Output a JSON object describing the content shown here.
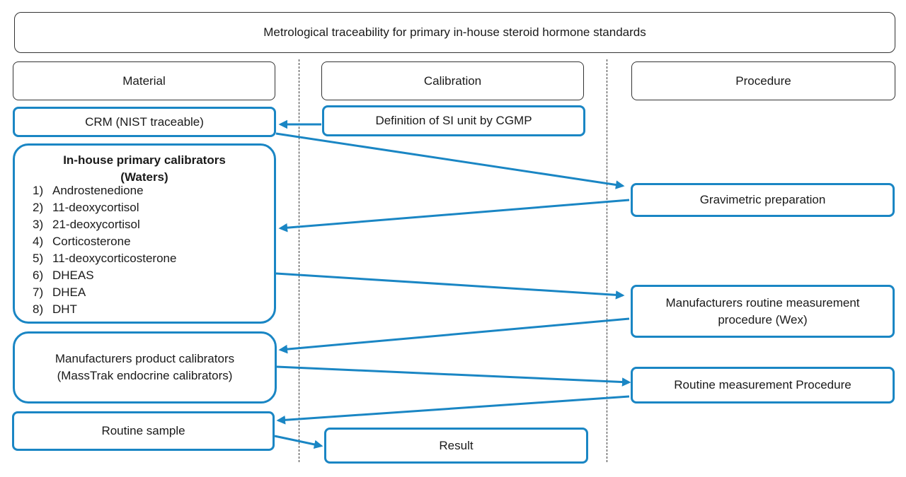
{
  "title": "Metrological traceability for primary in-house steroid hormone standards",
  "columns": {
    "material": "Material",
    "calibration": "Calibration",
    "procedure": "Procedure"
  },
  "nodes": {
    "crm": "CRM (NIST traceable)",
    "si_unit": "Definition of SI unit by CGMP",
    "inhouse_title_line1": "In-house primary calibrators",
    "inhouse_title_line2": "(Waters)",
    "inhouse_items": [
      {
        "num": "1)",
        "name": "Androstenedione"
      },
      {
        "num": "2)",
        "name": "11-deoxycortisol"
      },
      {
        "num": "3)",
        "name": "21-deoxycortisol"
      },
      {
        "num": "4)",
        "name": "Corticosterone"
      },
      {
        "num": "5)",
        "name": "11-deoxycorticosterone"
      },
      {
        "num": "6)",
        "name": "DHEAS"
      },
      {
        "num": "7)",
        "name": "DHEA"
      },
      {
        "num": "8)",
        "name": "DHT"
      }
    ],
    "gravimetric": "Gravimetric preparation",
    "manuf_proc_line1": "Manufacturers routine measurement",
    "manuf_proc_line2": "procedure (Wex)",
    "manuf_cal_line1": "Manufacturers product calibrators",
    "manuf_cal_line2": "(MassTrak endocrine calibrators)",
    "routine_proc": "Routine measurement Procedure",
    "routine_sample": "Routine sample",
    "result": "Result"
  },
  "colors": {
    "accent": "#1a86c4",
    "outline": "#333333"
  }
}
